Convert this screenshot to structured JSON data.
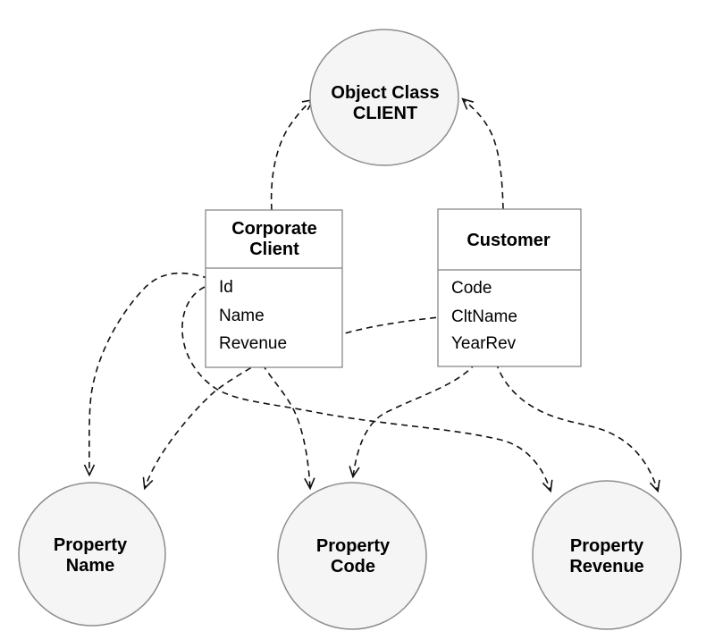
{
  "object_class": {
    "line1": "Object Class",
    "line2": "CLIENT"
  },
  "tables": [
    {
      "title": [
        "Corporate",
        "Client"
      ],
      "attributes": [
        "Id",
        "Name",
        "Revenue"
      ]
    },
    {
      "title": [
        "Customer"
      ],
      "attributes": [
        "Code",
        "CltName",
        "YearRev"
      ]
    }
  ],
  "properties": [
    {
      "line1": "Property",
      "line2": "Name"
    },
    {
      "line1": "Property",
      "line2": "Code"
    },
    {
      "line1": "Property",
      "line2": "Revenue"
    }
  ],
  "edges": [
    {
      "from": "Corporate Client",
      "to": "Object Class CLIENT"
    },
    {
      "from": "Customer",
      "to": "Object Class CLIENT"
    },
    {
      "from": "Corporate Client.Name",
      "to": "Property Name"
    },
    {
      "from": "Corporate Client.Id",
      "to": "Property Revenue"
    },
    {
      "from": "Corporate Client.Revenue",
      "to": "Property Code"
    },
    {
      "from": "Customer.Code",
      "to": "Property Code"
    },
    {
      "from": "Customer.CltName",
      "to": "Property Name"
    },
    {
      "from": "Customer.YearRev",
      "to": "Property Revenue"
    }
  ],
  "colors": {
    "background": "#ffffff",
    "node_fill": "#f5f5f5",
    "node_stroke": "#8e8e8e",
    "table_fill": "#ffffff",
    "table_stroke": "#7f7f7f",
    "connector": "#111111",
    "text": "#000000"
  }
}
